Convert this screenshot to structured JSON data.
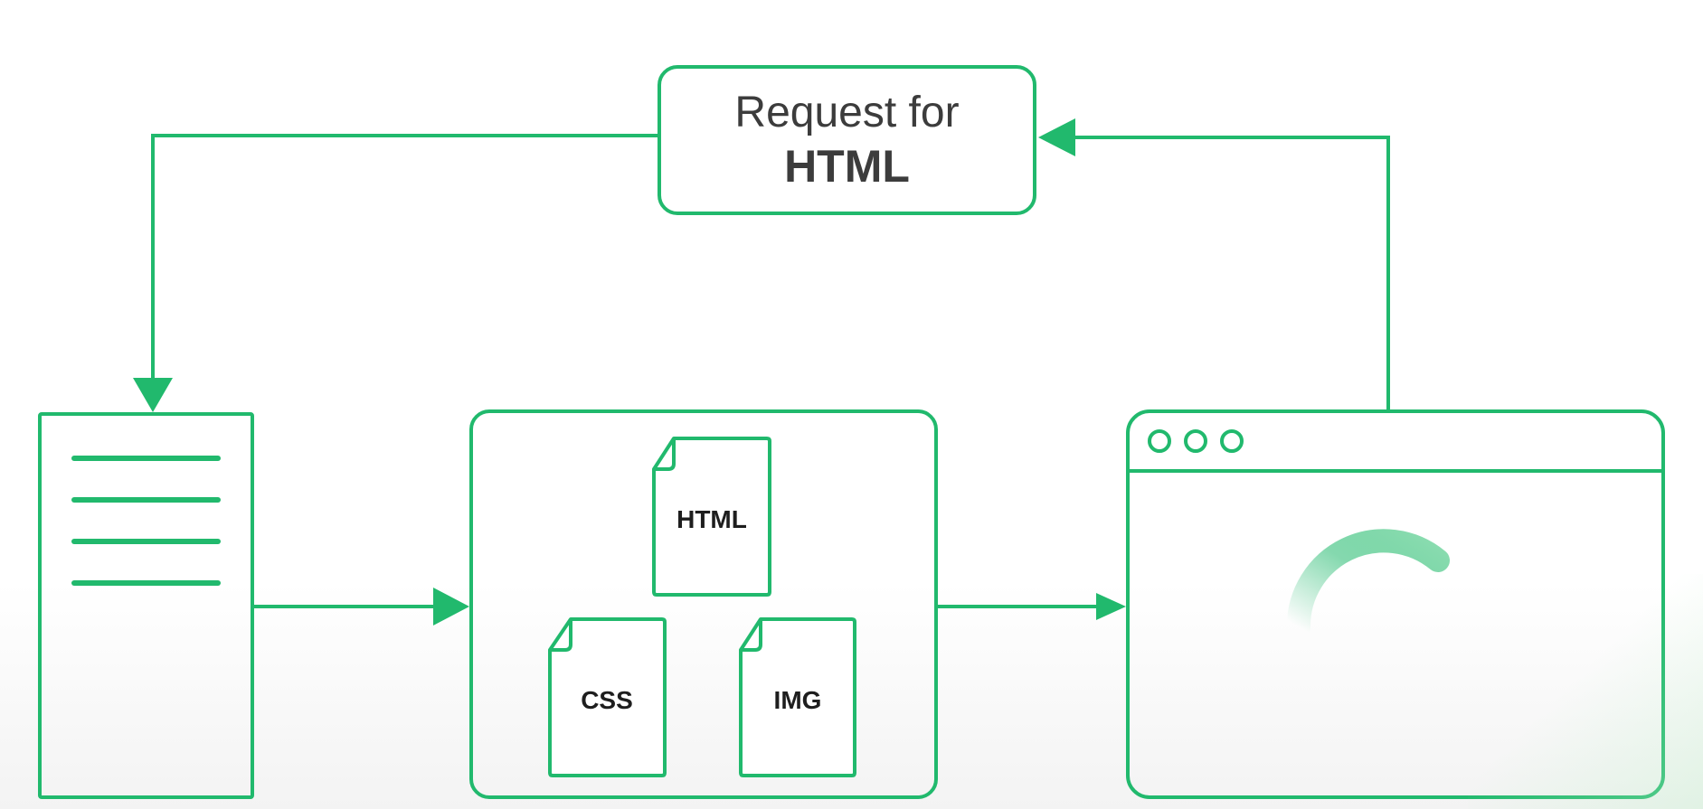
{
  "colors": {
    "accent": "#21b96d",
    "text": "#3c3c3c",
    "file_text": "#1e1e1e"
  },
  "request": {
    "line1": "Request for",
    "line2": "HTML"
  },
  "files": {
    "html": "HTML",
    "css": "CSS",
    "img": "IMG"
  },
  "icons": {
    "server": "server-icon",
    "browser": "browser-window-icon",
    "spinner": "loading-spinner-icon",
    "file": "file-icon"
  }
}
